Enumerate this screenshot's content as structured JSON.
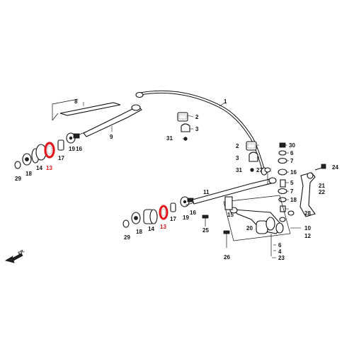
{
  "colors": {
    "highlight": "#e3151d",
    "ink": "#111111"
  },
  "callouts": {
    "p1": "1",
    "p2a": "2",
    "p3a": "3",
    "p2b": "2",
    "p3b": "3",
    "p4": "4",
    "p5": "5",
    "p6a": "6",
    "p6b": "6",
    "p7a": "7",
    "p7b": "7",
    "p8": "8",
    "p9": "9",
    "p10": "10",
    "p11": "11",
    "p12": "12",
    "p13a": "13",
    "p13b": "13",
    "p14a": "14",
    "p14b": "14",
    "p15": "15",
    "p16a": "16",
    "p16b": "16",
    "p17a": "17",
    "p17b": "17",
    "p18a": "18",
    "p18b": "18",
    "p19a": "19",
    "p19b": "19",
    "p20": "20",
    "p21": "21",
    "p22": "22",
    "p23": "23",
    "p24": "24",
    "p25": "25",
    "p26": "26",
    "p27": "27",
    "p28": "28",
    "p29a": "29",
    "p29b": "29",
    "p30": "30",
    "p31a": "31",
    "p31b": "31"
  },
  "front_indicator": {
    "label": "FR.",
    "icon": "front-arrow-icon"
  }
}
